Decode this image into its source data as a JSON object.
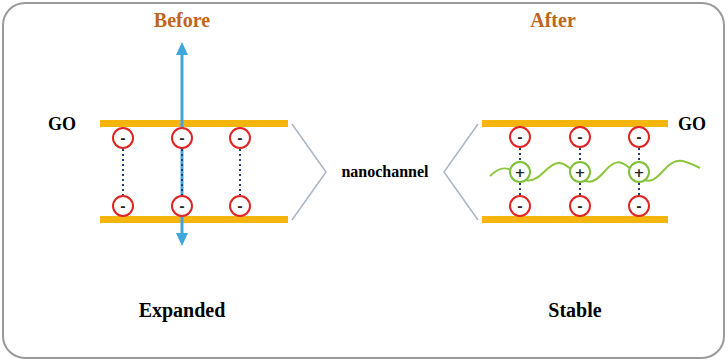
{
  "diagram": {
    "nodes": [
      {
        "text": [
          "-"
        ]
      },
      {
        "text": [
          "-"
        ]
      },
      {
        "text": [
          "-"
        ]
      },
      {
        "text": [
          "-"
        ]
      },
      {
        "text": [
          "-"
        ]
      },
      {
        "text": [
          "-"
        ]
      },
      {
        "text": [
          "-"
        ]
      },
      {
        "text": [
          "-"
        ]
      },
      {
        "text": [
          "-"
        ]
      },
      {
        "text": [
          "+"
        ]
      },
      {
        "text": [
          "+"
        ]
      },
      {
        "text": [
          "+"
        ]
      },
      {
        "text": [
          "-"
        ]
      },
      {
        "text": [
          "-"
        ]
      },
      {
        "text": [
          "-"
        ]
      }
    ],
    "edges": [
      {
        "from": 0,
        "to": 3,
        "arrow": "none"
      },
      {
        "from": 1,
        "to": 4,
        "arrow": "none"
      },
      {
        "from": 2,
        "to": 5,
        "arrow": "none"
      },
      {
        "from": 6,
        "to": 9,
        "arrow": "none"
      },
      {
        "from": 9,
        "to": 12,
        "arrow": "none"
      },
      {
        "from": 7,
        "to": 10,
        "arrow": "none"
      },
      {
        "from": 10,
        "to": 13,
        "arrow": "none"
      },
      {
        "from": 8,
        "to": 11,
        "arrow": "none"
      },
      {
        "from": 11,
        "to": 14,
        "arrow": "none"
      }
    ],
    "labels": [
      "Before",
      "After",
      "GO",
      "GO",
      "nanochannel",
      "Expanded",
      "Stable"
    ]
  }
}
